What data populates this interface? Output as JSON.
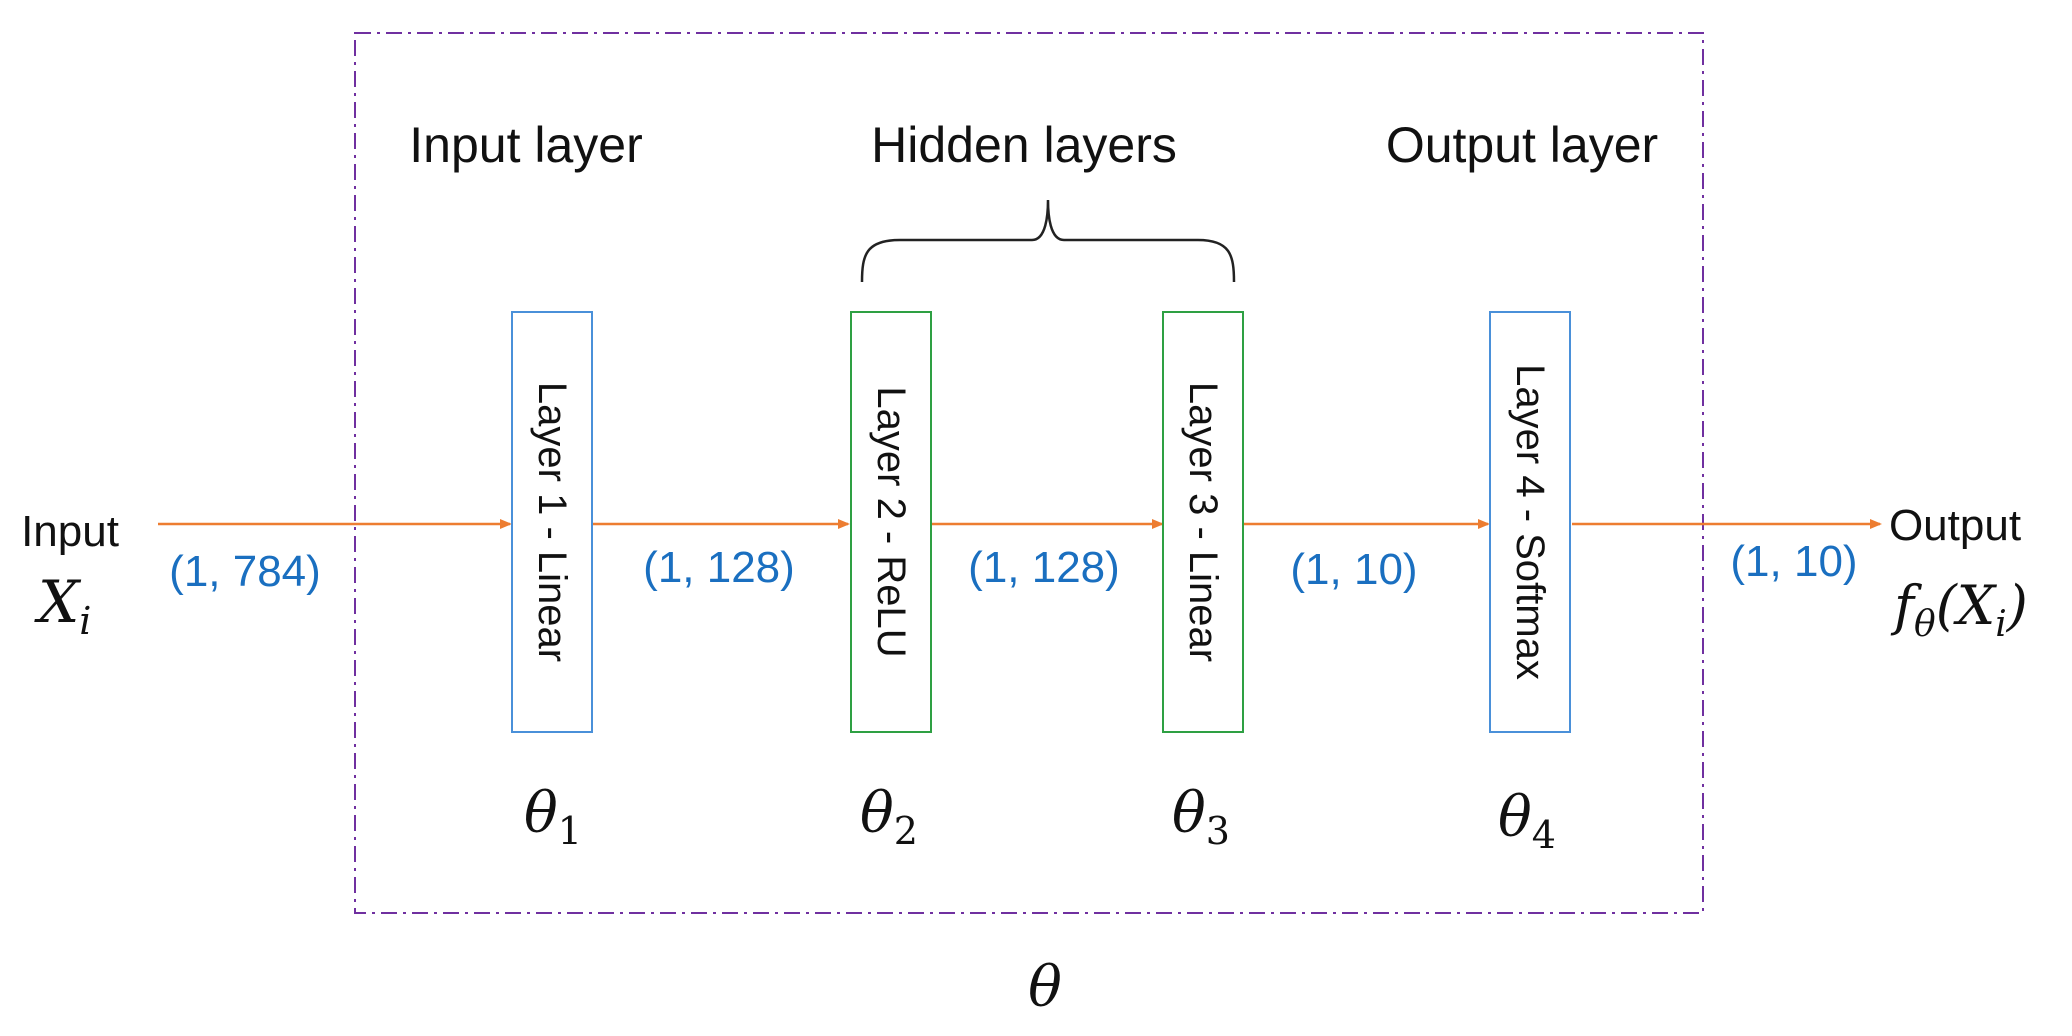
{
  "groups": {
    "input": "Input layer",
    "hidden": "Hidden layers",
    "output": "Output layer"
  },
  "input": {
    "label": "Input",
    "symbol": "X",
    "symbol_sub": "i"
  },
  "output": {
    "label": "Output",
    "func": "f",
    "func_sub": "θ",
    "func_arg": "(X",
    "func_arg_sub": "i",
    "func_close": ")"
  },
  "layers": [
    {
      "label": "Layer 1 - Linear",
      "param": "θ",
      "param_sub": "1",
      "border_color": "#4a90d9"
    },
    {
      "label": "Layer 2 - ReLU",
      "param": "θ",
      "param_sub": "2",
      "border_color": "#2ea043"
    },
    {
      "label": "Layer 3 - Linear",
      "param": "θ",
      "param_sub": "3",
      "border_color": "#2ea043"
    },
    {
      "label": "Layer 4 - Softmax",
      "param": "θ",
      "param_sub": "4",
      "border_color": "#4a90d9"
    }
  ],
  "shapes": [
    "(1, 784)",
    "(1, 128)",
    "(1, 128)",
    "(1, 10)",
    "(1, 10)"
  ],
  "model_param": "θ",
  "colors": {
    "arrow": "#ed7d31",
    "shape_text": "#1a6fc0",
    "frame": "#7030a0"
  }
}
